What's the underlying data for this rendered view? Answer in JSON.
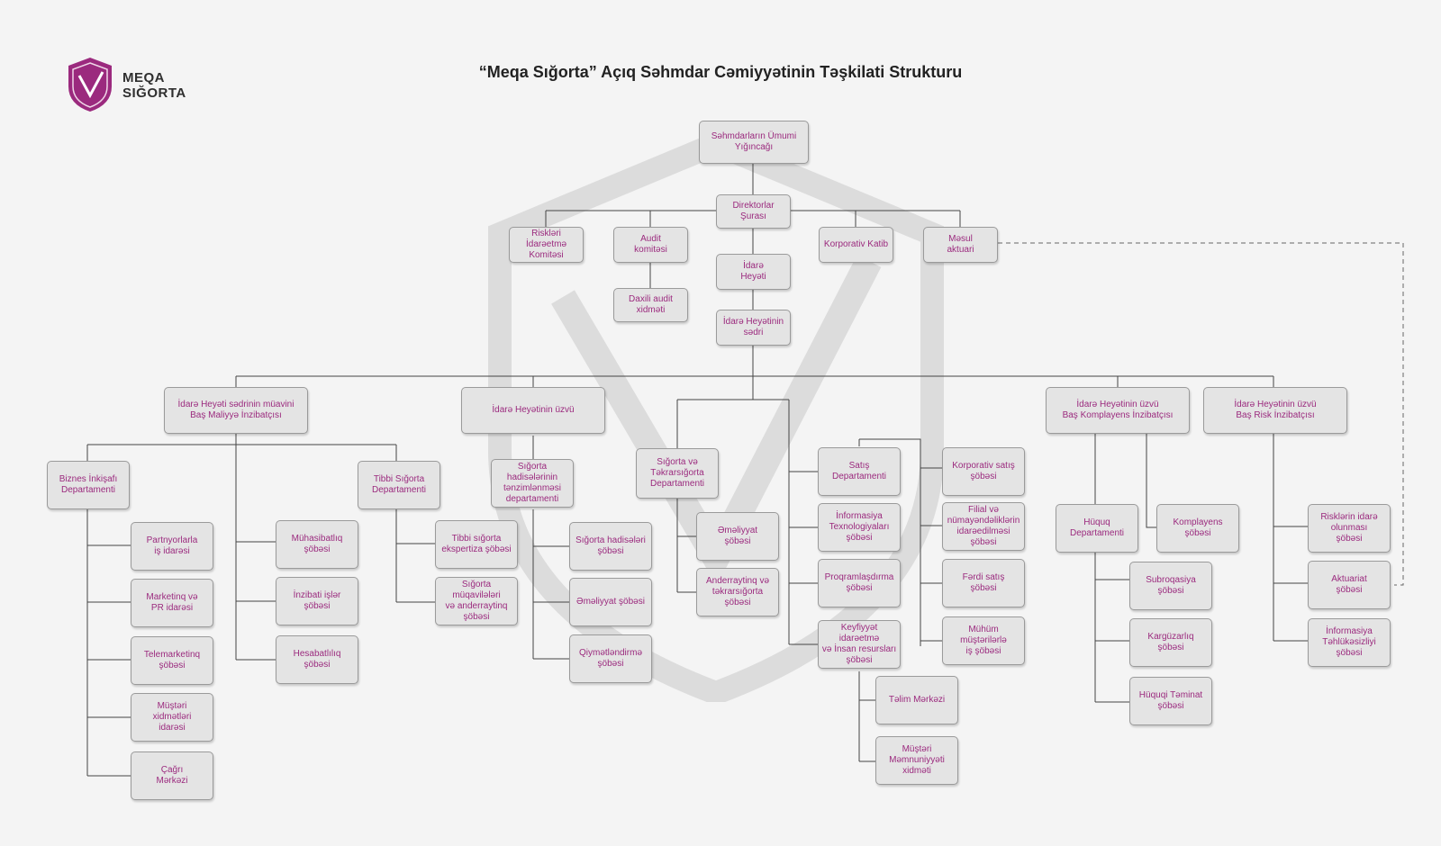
{
  "logo": {
    "line1": "MEQA",
    "line2": "SIĞORTA"
  },
  "title": "“Meqa Sığorta” Açıq Səhmdar Cəmiyyətinin Təşkilati Strukturu",
  "colors": {
    "accent": "#9b2a7e",
    "line": "#444444",
    "box_bg": "#e4e4e4",
    "box_border": "#9a9a9a",
    "watermark": "#dcdcdc"
  },
  "nodes": {
    "n1": "Səhmdarların Ümumi\nYığıncağı",
    "n2": "Direktorlar\nŞurası",
    "n3": "Riskləri İdarəetmə\nKomitəsi",
    "n4": "Audit\nkomitəsi",
    "n5": "Daxili audit\nxidməti",
    "n6": "Korporativ Katib",
    "n7": "Məsul\naktuari",
    "n8": "İdarə\nHeyəti",
    "n9": "İdarə Heyətinin\nsədri",
    "n10": "İdarə Heyəti sədrinin müavini\nBaş Maliyyə İnzibatçısı",
    "n11": "İdarə Heyətinin üzvü",
    "n12": "İdarə Heyətinin üzvü\nBaş Komplayens İnzibatçısı",
    "n13": "İdarə Heyətinin üzvü\nBaş Risk İnzibatçısı",
    "n14": "Biznes İnkişafı\nDepartamenti",
    "n15": "Tibbi Sığorta\nDepartamenti",
    "n16": "Partnyorlarla\niş idarəsi",
    "n17": "Marketinq və\nPR idarəsi",
    "n18": "Telemarketinq\nşöbəsi",
    "n19": "Müştəri\nxidmətləri\nidarəsi",
    "n20": "Çağrı\nMərkəzi",
    "n21": "Mühasibatlıq\nşöbəsi",
    "n22": "İnzibati işlər\nşöbəsi",
    "n23": "Hesabatlılıq\nşöbəsi",
    "n24": "Tibbi sığorta\nekspertiza şöbəsi",
    "n25": "Sığorta müqavilələri\nvə anderraytinq\nşöbəsi",
    "n26": "Sığorta\nhadisələrinin\ntənzimlənməsi\ndepartamenti",
    "n27": "Sığorta hadisələri\nşöbəsi",
    "n28": "Əməliyyat şöbəsi",
    "n29": "Qiymətləndirmə\nşöbəsi",
    "n30": "Sığorta və\nTəkrarsığorta\nDepartamenti",
    "n31": "Əməliyyat\nşöbəsi",
    "n32": "Anderraytinq və\ntəkrarsığorta\nşöbəsi",
    "n33": "Satış\nDepartamenti",
    "n34": "İnformasiya\nTexnologiyaları\nşöbəsi",
    "n35": "Proqramlaşdırma\nşöbəsi",
    "n36": "Keyfiyyət idarəetmə\nvə İnsan resursları\nşöbəsi",
    "n37": "Təlim Mərkəzi",
    "n38": "Müştəri\nMəmnuniyyəti\nxidməti",
    "n39": "Korporativ satış\nşöbəsi",
    "n40": "Filial və\nnümayəndəliklərin\nidarəedilməsi\nşöbəsi",
    "n41": "Fərdi satış\nşöbəsi",
    "n42": "Mühüm müştərilərlə\niş şöbəsi",
    "n43": "Hüquq\nDepartamenti",
    "n44": "Komplayens\nşöbəsi",
    "n45": "Subroqasiya\nşöbəsi",
    "n46": "Kargüzarlıq\nşöbəsi",
    "n47": "Hüquqi Təminat\nşöbəsi",
    "n48": "Risklərin idarə\nolunması\nşöbəsi",
    "n49": "Aktuariat\nşöbəsi",
    "n50": "İnformasiya\nTəhlükəsizliyi\nşöbəsi"
  }
}
